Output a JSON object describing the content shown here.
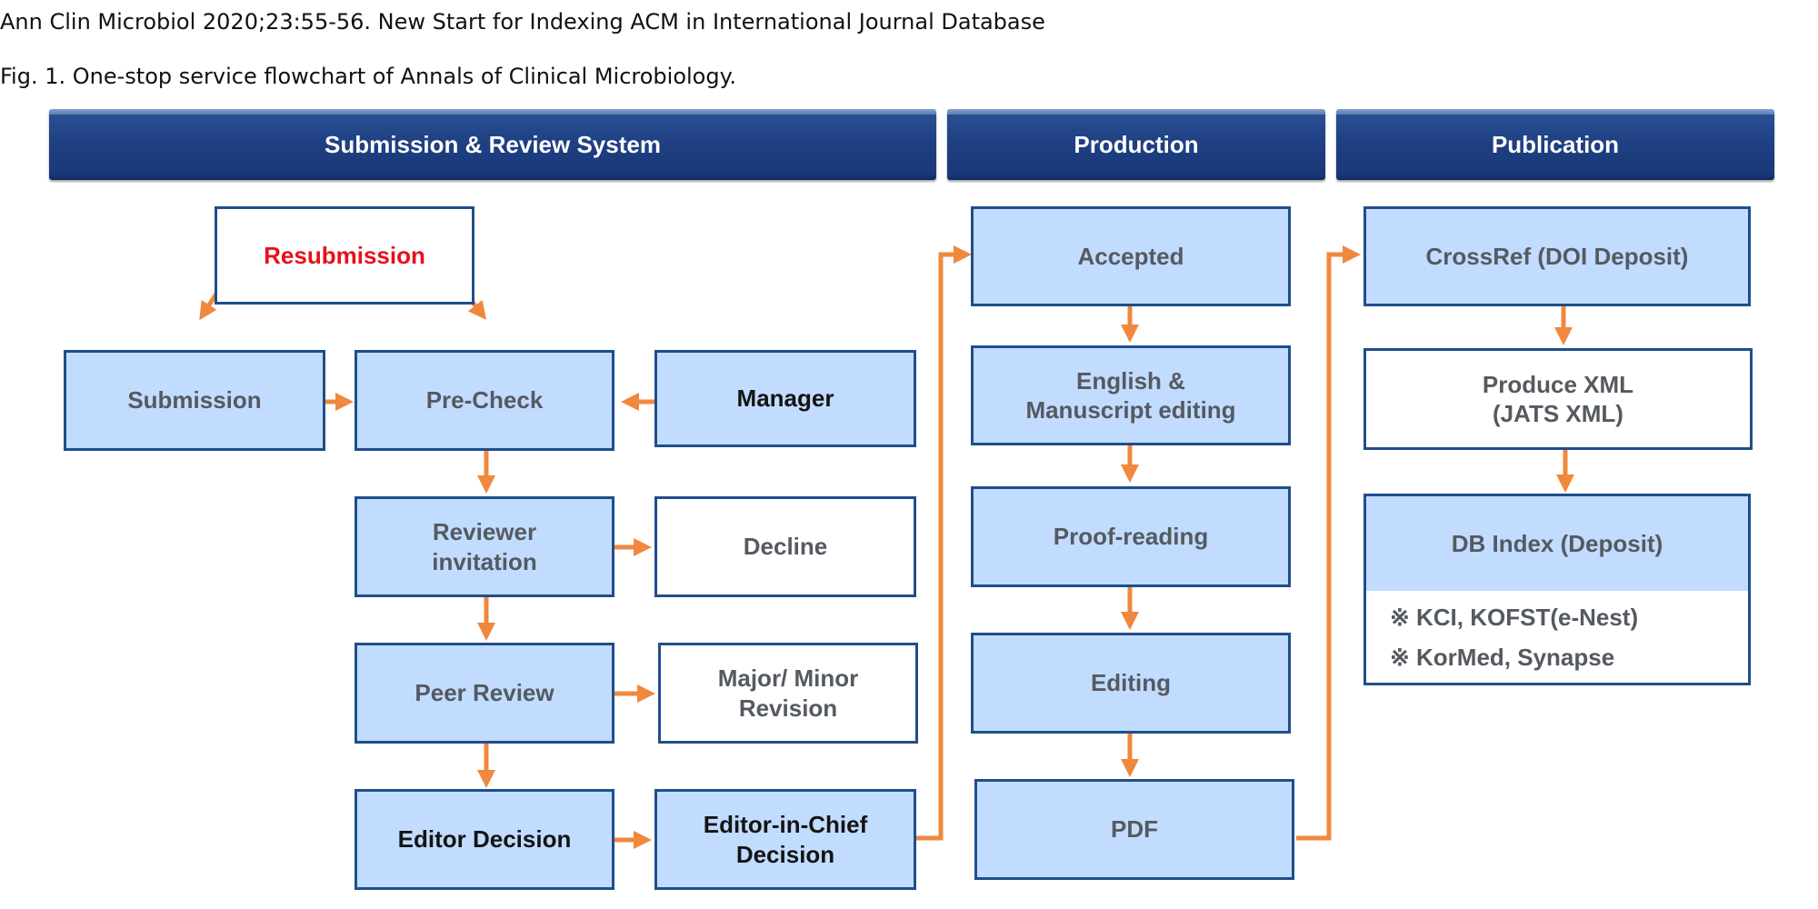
{
  "caption": {
    "line1": "Ann Clin Microbiol 2020;23:55-56. New Start for Indexing ACM in International Journal Database",
    "line2": "Fig. 1. One-stop service flowchart of Annals of Clinical Microbiology."
  },
  "headers": {
    "submission_review": "Submission & Review System",
    "production": "Production",
    "publication": "Publication"
  },
  "nodes": {
    "resubmission": "Resubmission",
    "submission": "Submission",
    "precheck": "Pre-Check",
    "manager": "Manager",
    "reviewer_invitation_1": "Reviewer",
    "reviewer_invitation_2": "invitation",
    "decline": "Decline",
    "peer_review": "Peer Review",
    "revision_1": "Major/ Minor",
    "revision_2": "Revision",
    "editor_decision": "Editor Decision",
    "eic_decision_1": "Editor-in-Chief",
    "eic_decision_2": "Decision",
    "accepted": "Accepted",
    "english_editing_1": "English &",
    "english_editing_2": "Manuscript editing",
    "proofreading": "Proof-reading",
    "editing": "Editing",
    "pdf": "PDF",
    "crossref": "CrossRef (DOI Deposit)",
    "produce_xml_1": "Produce XML",
    "produce_xml_2": "(JATS XML)",
    "db_index": "DB Index (Deposit)",
    "db_note_1": "※ KCI, KOFST(e-Nest)",
    "db_note_2": "※ KorMed, Synapse"
  },
  "colors": {
    "box_fill": "#c2dcff",
    "box_border": "#1f4e8c",
    "header_fill": "#1e3f82",
    "arrow": "#f0883e",
    "resubmission_text": "#e8101a"
  }
}
